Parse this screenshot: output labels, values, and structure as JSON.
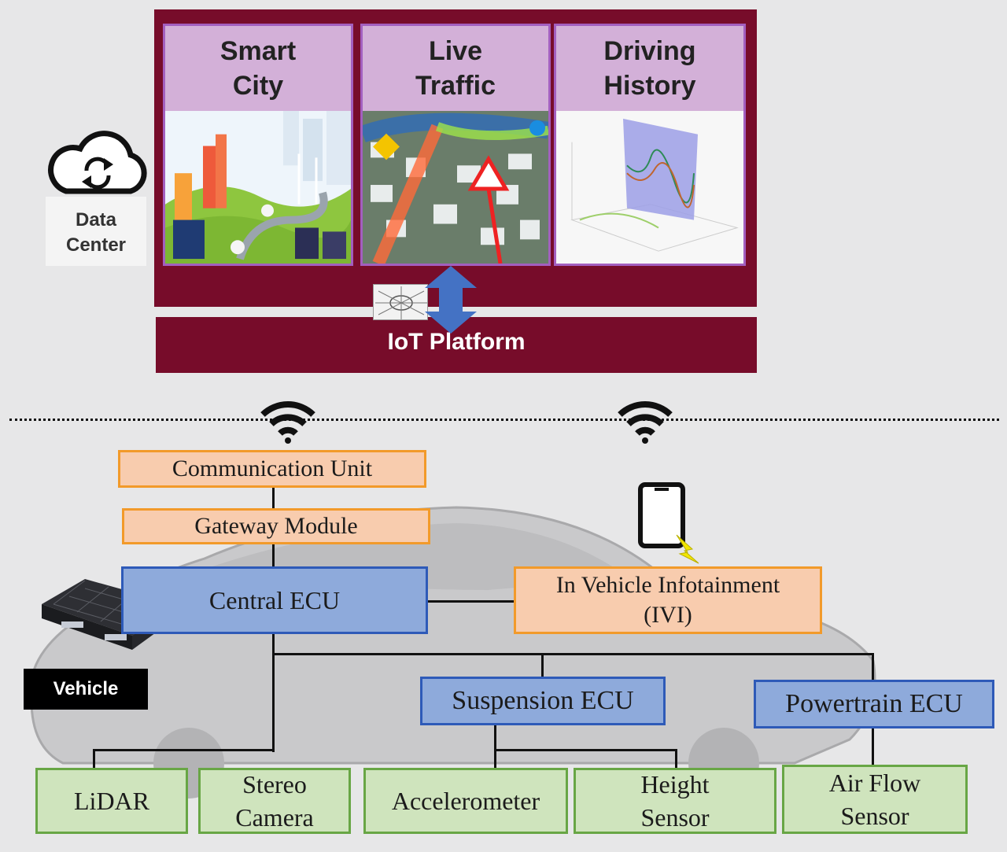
{
  "cloud": {
    "data_center_label": "Data\nCenter",
    "panels": [
      {
        "title": "Smart\nCity"
      },
      {
        "title": "Live\nTraffic"
      },
      {
        "title": "Driving\nHistory"
      }
    ],
    "iot_platform_label": "IoT Platform"
  },
  "vehicle": {
    "label": "Vehicle",
    "communication_unit": "Communication Unit",
    "gateway_module": "Gateway Module",
    "central_ecu": "Central ECU",
    "ivi": "In Vehicle Infotainment\n(IVI)",
    "suspension_ecu": "Suspension  ECU",
    "powertrain_ecu": "Powertrain  ECU",
    "sensors": [
      {
        "label": "LiDAR"
      },
      {
        "label": "Stereo\nCamera"
      },
      {
        "label": "Accelerometer"
      },
      {
        "label": "Height\nSensor"
      },
      {
        "label": "Air Flow\nSensor"
      }
    ]
  },
  "colors": {
    "platform": "#770c2a",
    "orange_box": "#f8ccae",
    "blue_box": "#8eaadb",
    "green_box": "#cfe4bd"
  }
}
